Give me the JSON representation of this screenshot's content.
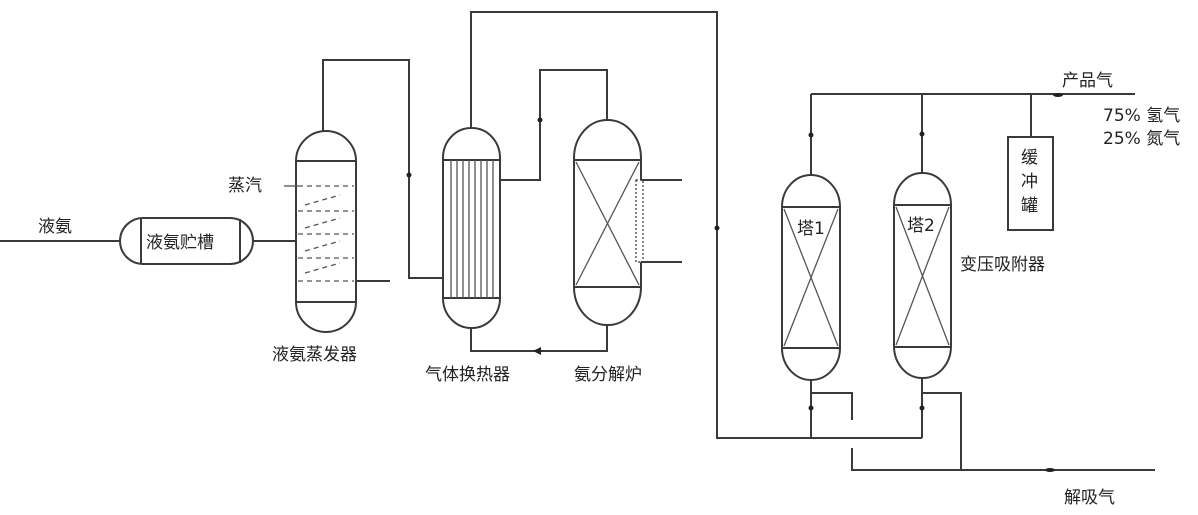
{
  "labels": {
    "liquid_ammonia": "液氨",
    "storage_tank": "液氨贮槽",
    "steam": "蒸汽",
    "evaporator": "液氨蒸发器",
    "heat_exchanger": "气体换热器",
    "decomposition_furnace": "氨分解炉",
    "tower1": "塔1",
    "tower2": "塔2",
    "psa": "变压吸附器",
    "buffer_tank": [
      "缓",
      "冲",
      "罐"
    ],
    "product_gas": "产品气",
    "composition_h2": "75% 氢气",
    "composition_n2": "25% 氮气",
    "desorption_gas": "解吸气"
  }
}
